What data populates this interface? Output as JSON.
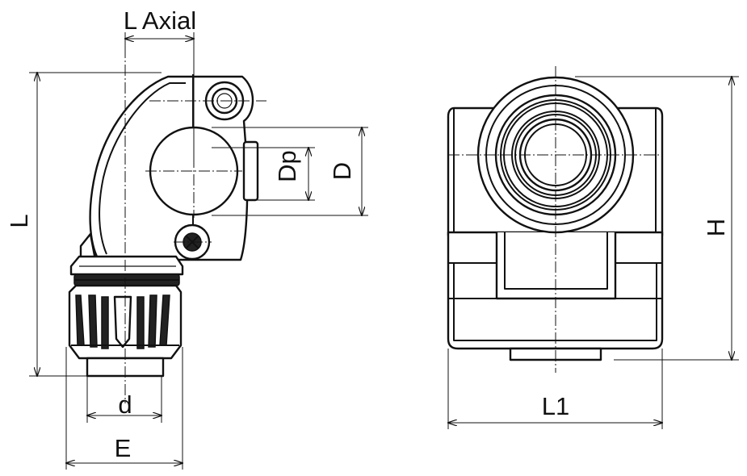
{
  "labels": {
    "l_axial": "L Axial",
    "l": "L",
    "dp": "Dp",
    "d_upper": "D",
    "d_lower": "d",
    "e": "E",
    "l1": "L1",
    "h": "H"
  }
}
